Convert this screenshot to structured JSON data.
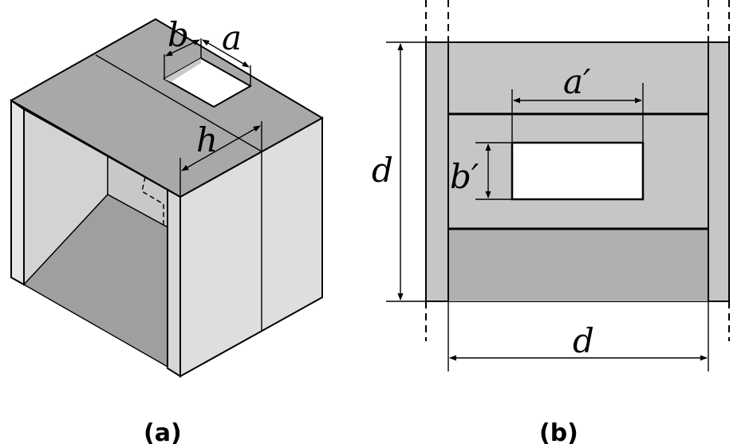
{
  "panels": {
    "a": {
      "label": "(a)",
      "dimensions": {
        "b": "b",
        "a": "a",
        "h": "h"
      }
    },
    "b": {
      "label": "(b)",
      "dimensions": {
        "a_prime": "a′",
        "b_prime": "b′",
        "d_vertical": "d",
        "d_horizontal": "d"
      }
    }
  },
  "colors": {
    "top_face": "#a9a9a9",
    "side_light": "#dcdcdc",
    "inner_wall": "#cdcdcd",
    "inner_floor": "#9e9e9e",
    "panel_gray": "#c6c6c6",
    "panel_dark": "#b2b2b2",
    "window": "#ffffff"
  }
}
